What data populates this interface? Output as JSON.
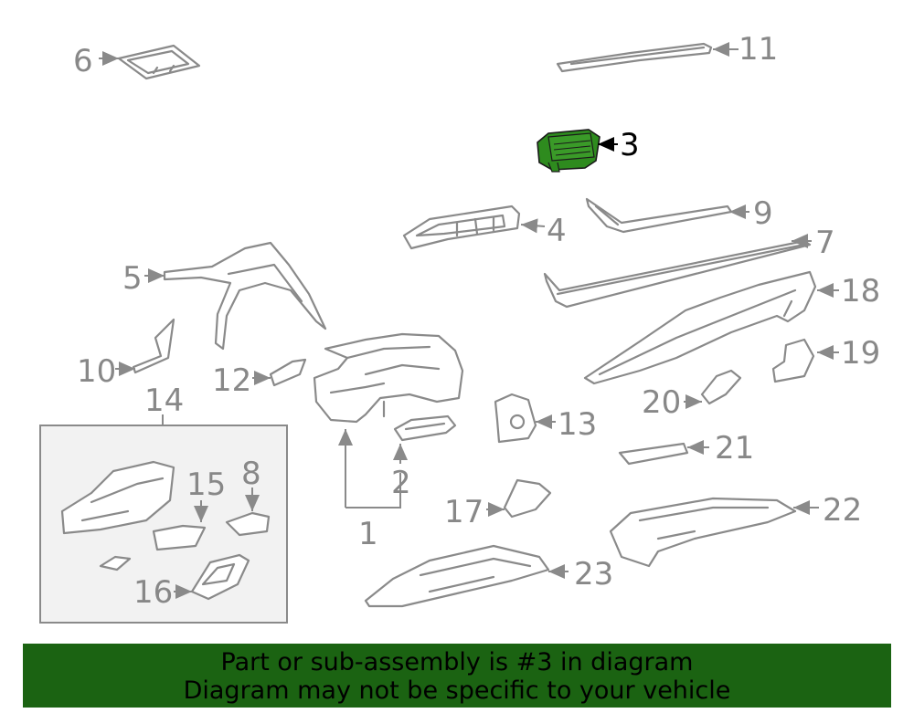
{
  "callouts": [
    {
      "id": "1",
      "label": "1"
    },
    {
      "id": "2",
      "label": "2"
    },
    {
      "id": "3",
      "label": "3",
      "highlight": true
    },
    {
      "id": "4",
      "label": "4"
    },
    {
      "id": "5",
      "label": "5"
    },
    {
      "id": "6",
      "label": "6"
    },
    {
      "id": "7",
      "label": "7"
    },
    {
      "id": "8",
      "label": "8"
    },
    {
      "id": "9",
      "label": "9"
    },
    {
      "id": "10",
      "label": "10"
    },
    {
      "id": "11",
      "label": "11"
    },
    {
      "id": "12",
      "label": "12"
    },
    {
      "id": "13",
      "label": "13"
    },
    {
      "id": "14",
      "label": "14"
    },
    {
      "id": "15",
      "label": "15"
    },
    {
      "id": "16",
      "label": "16"
    },
    {
      "id": "17",
      "label": "17"
    },
    {
      "id": "18",
      "label": "18"
    },
    {
      "id": "19",
      "label": "19"
    },
    {
      "id": "20",
      "label": "20"
    },
    {
      "id": "21",
      "label": "21"
    },
    {
      "id": "22",
      "label": "22"
    },
    {
      "id": "23",
      "label": "23"
    }
  ],
  "colors": {
    "highlight_part": "#2e8b1e",
    "banner_bg": "#1b6312",
    "line": "#8a8a8a"
  },
  "banner": {
    "line1": "Part or sub-assembly is #3 in diagram",
    "line2": "Diagram may not be specific to your vehicle"
  }
}
